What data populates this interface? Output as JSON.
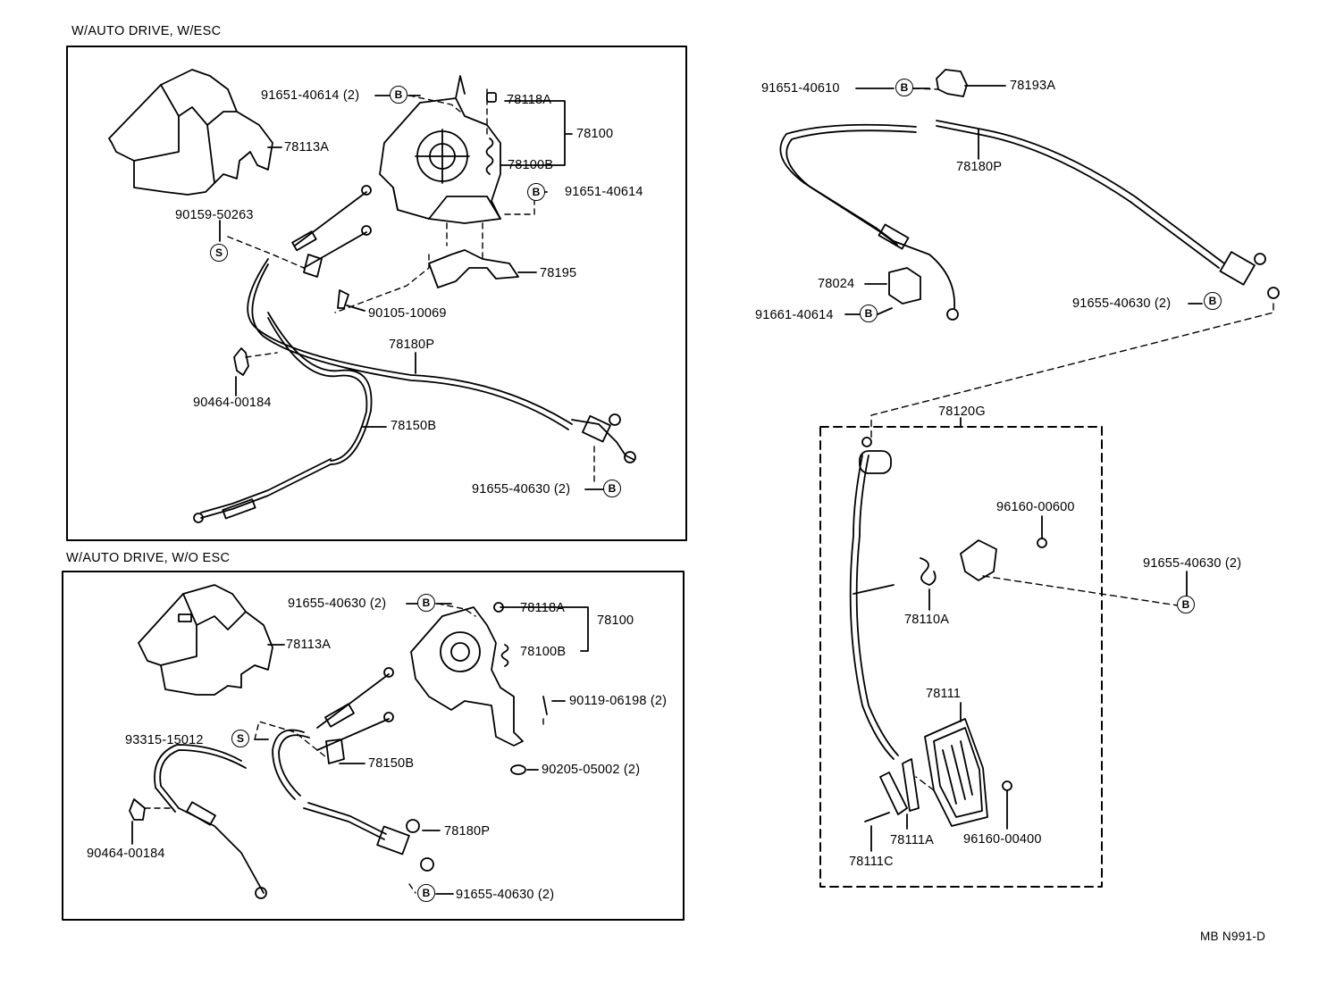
{
  "panels": {
    "with_esc": {
      "title": "W/AUTO DRIVE, W/ESC"
    },
    "without_esc": {
      "title": "W/AUTO DRIVE, W/O ESC"
    }
  },
  "labels": {
    "p1_91651_40614_2": "91651-40614 (2)",
    "p1_78118A": "78118A",
    "p1_78100": "78100",
    "p1_78100B": "78100B",
    "p1_78113A": "78113A",
    "p1_91651_40614": "91651-40614",
    "p1_90159_50263": "90159-50263",
    "p1_78195": "78195",
    "p1_90105_10069": "90105-10069",
    "p1_78180P": "78180P",
    "p1_90464_00184": "90464-00184",
    "p1_78150B": "78150B",
    "p1_91655_40630_2": "91655-40630 (2)",
    "p2_91655_40630_2_top": "91655-40630 (2)",
    "p2_78118A": "78118A",
    "p2_78100": "78100",
    "p2_78100B": "78100B",
    "p2_78113A": "78113A",
    "p2_90119_06198_2": "90119-06198 (2)",
    "p2_93315_15012": "93315-15012",
    "p2_78150B": "78150B",
    "p2_90205_05002_2": "90205-05002 (2)",
    "p2_78180P": "78180P",
    "p2_90464_00184": "90464-00184",
    "p2_91655_40630_2_bot": "91655-40630 (2)",
    "r_91651_40610": "91651-40610",
    "r_78193A": "78193A",
    "r_78180P": "78180P",
    "r_78024": "78024",
    "r_91661_40614": "91661-40614",
    "r_91655_40630_2": "91655-40630 (2)",
    "r_78120G": "78120G",
    "r_96160_00600": "96160-00600",
    "r_91655_40630_2_side": "91655-40630 (2)",
    "r_78110A": "78110A",
    "r_78111": "78111",
    "r_78111A": "78111A",
    "r_96160_00400": "96160-00400",
    "r_78111C": "78111C"
  },
  "markers": {
    "bolt": "B",
    "screw": "S"
  },
  "drawing_code": "MB N991-D"
}
